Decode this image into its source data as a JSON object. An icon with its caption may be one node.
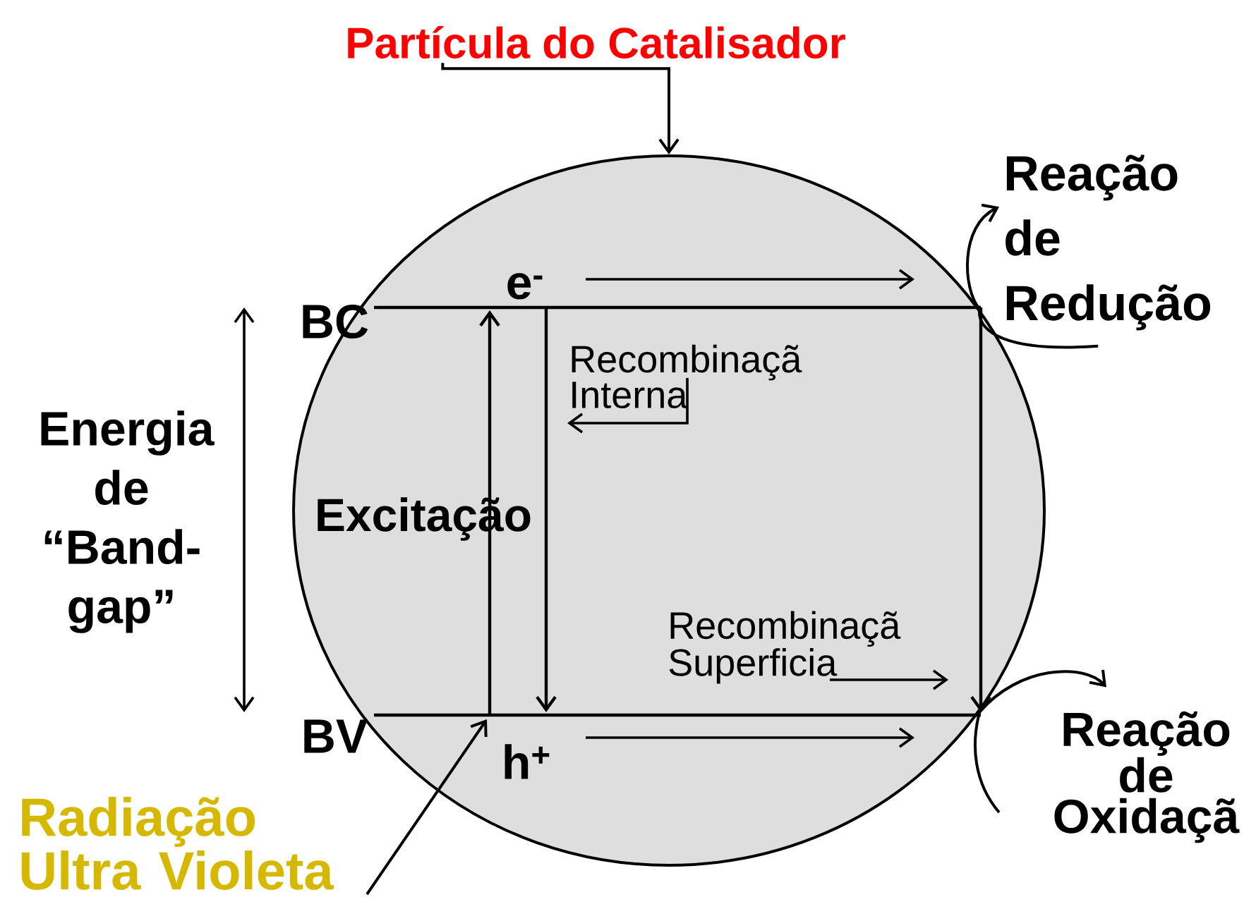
{
  "diagram": {
    "nodes": [
      {
        "text": [
          "Partícula do Catalisador"
        ]
      },
      {
        "text": [],
        "shape": "circle"
      },
      {
        "text": [
          "Reação de Redução"
        ]
      },
      {
        "text": [
          "Reação de Oxidaçã"
        ]
      },
      {
        "text": [
          "Radiação Ultra Violeta"
        ]
      }
    ],
    "edges": [
      {
        "from": 0,
        "to": 1,
        "arrow": "to"
      },
      {
        "from": 1,
        "to": 2,
        "arrow": "to"
      },
      {
        "from": 1,
        "to": 3,
        "arrow": "to"
      },
      {
        "from": 4,
        "to": 1,
        "arrow": "to"
      }
    ],
    "labels": [
      "BC",
      "e$^{-}$",
      "Recombinaçã Interna",
      "Energia de “Band-gap”",
      "Excitação",
      "Recombinaçã Superficia",
      "BV",
      "h$^{+}$"
    ]
  }
}
